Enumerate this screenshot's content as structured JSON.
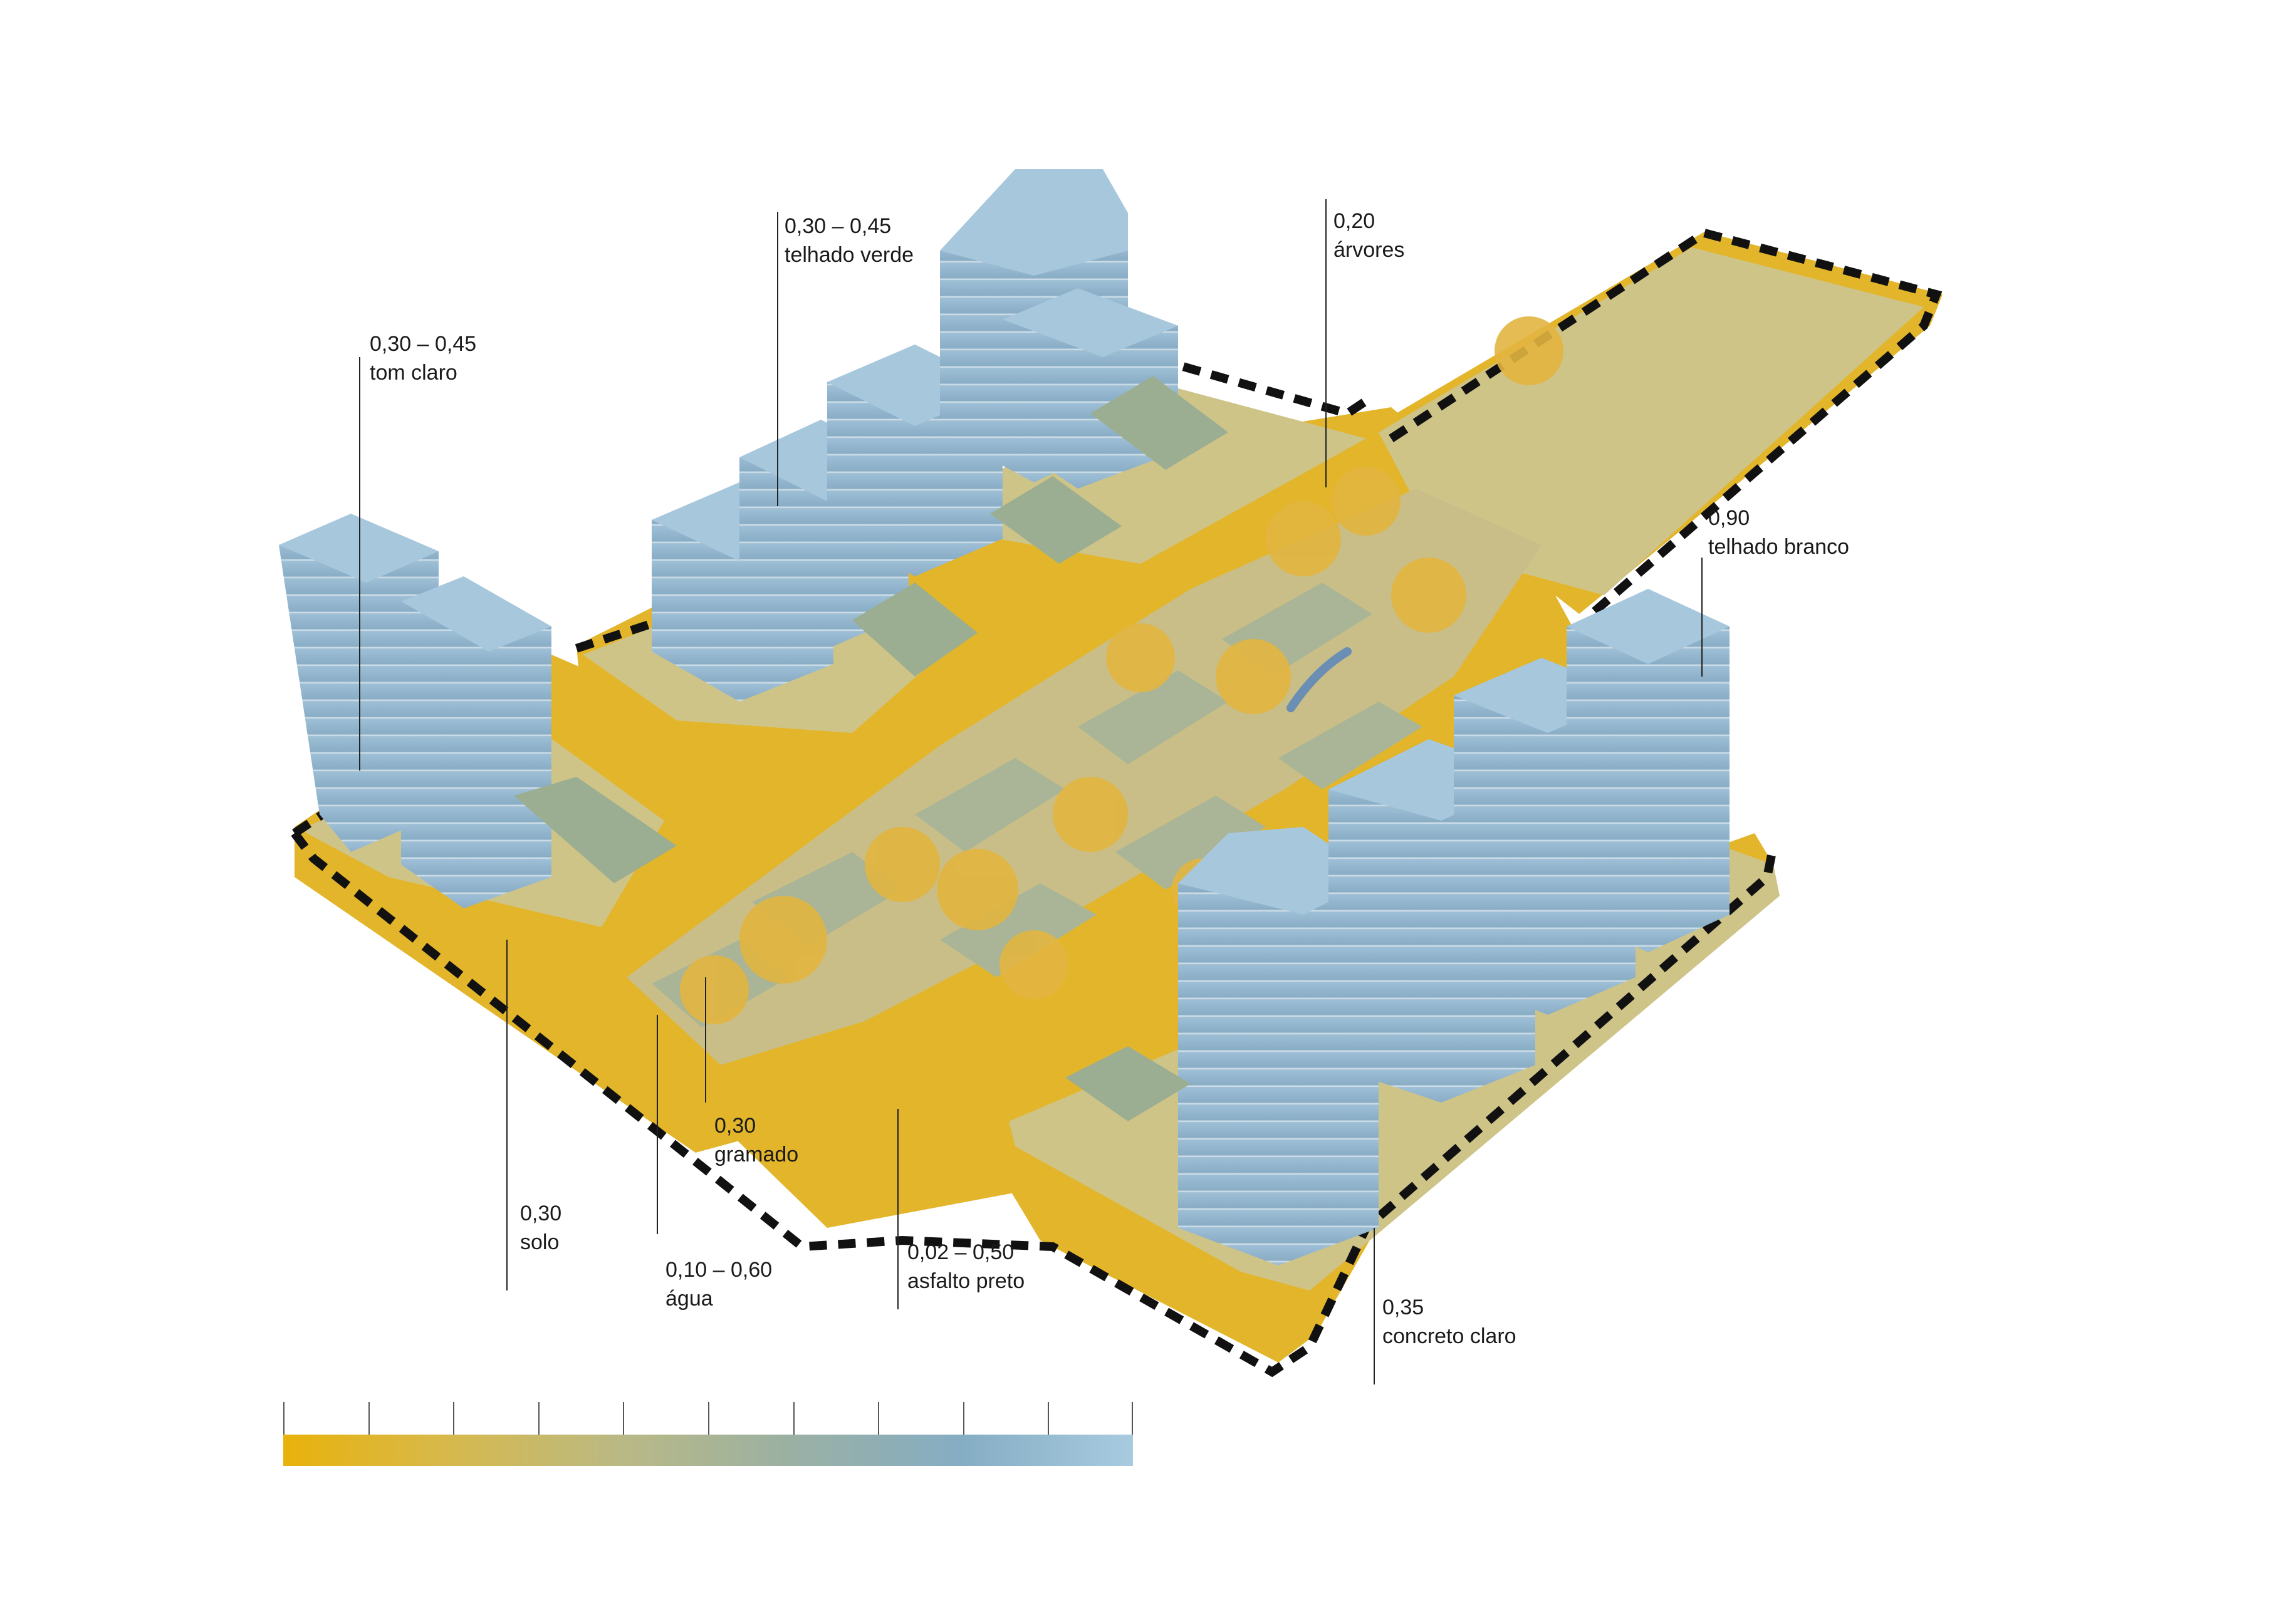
{
  "colors": {
    "asphalt": "#e3b52a",
    "ground": "#cfc488",
    "grass": "#a9b596",
    "tree": "#e2b540",
    "building": "#8fb4cc",
    "roof": "#a7c7dc",
    "green_roof": "#9bae92",
    "dash": "#111111",
    "gradient_start": "#e9b20c",
    "gradient_end": "#a8cbe0"
  },
  "labels": [
    {
      "id": "tom-claro",
      "value": "0,30 – 0,45",
      "material": "tom claro"
    },
    {
      "id": "telhado-verde",
      "value": "0,30 – 0,45",
      "material": "telhado verde"
    },
    {
      "id": "arvores",
      "value": "0,20",
      "material": "árvores"
    },
    {
      "id": "telhado-branco",
      "value": "0,90",
      "material": "telhado branco"
    },
    {
      "id": "gramado",
      "value": "0,30",
      "material": "gramado"
    },
    {
      "id": "solo",
      "value": "0,30",
      "material": "solo"
    },
    {
      "id": "agua",
      "value": "0,10 – 0,60",
      "material": "água"
    },
    {
      "id": "asfalto-preto",
      "value": "0,02 – 0,50",
      "material": "asfalto preto"
    },
    {
      "id": "concreto-claro",
      "value": "0,35",
      "material": "concreto claro"
    }
  ],
  "scale": {
    "segments": 10
  }
}
